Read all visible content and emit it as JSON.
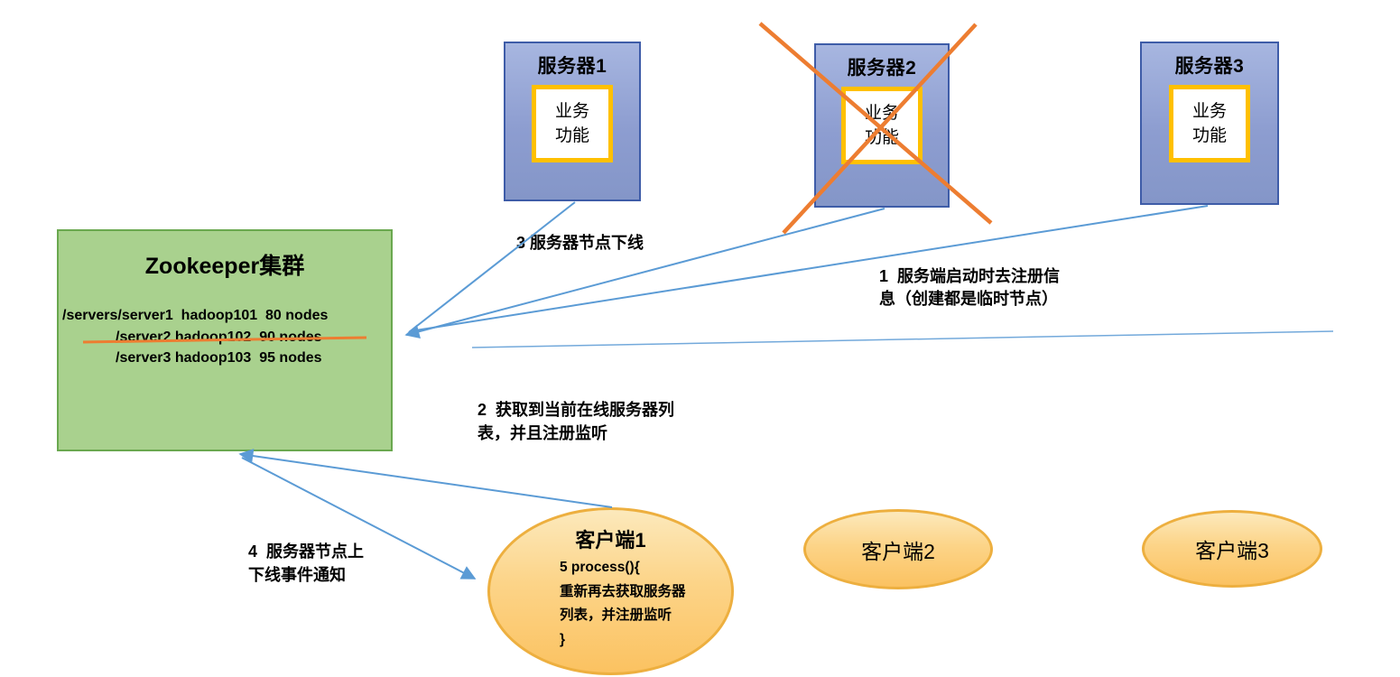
{
  "servers": [
    {
      "title": "服务器1",
      "inner_lines": [
        "业务",
        "功能"
      ],
      "crossed_out": false
    },
    {
      "title": "服务器2",
      "inner_lines": [
        "业务",
        "功能"
      ],
      "crossed_out": true
    },
    {
      "title": "服务器3",
      "inner_lines": [
        "业务",
        "功能"
      ],
      "crossed_out": false
    }
  ],
  "zookeeper": {
    "title": "Zookeeper集群",
    "nodes": [
      {
        "text": "/servers/server1  hadoop101  80 nodes",
        "struck": false
      },
      {
        "text": "/server2 hadoop102  90 nodes",
        "struck": true
      },
      {
        "text": "/server3 hadoop103  95 nodes",
        "struck": false
      }
    ]
  },
  "labels": {
    "step1": {
      "lines": [
        "1  服务端启动时去注册信",
        "息（创建都是临时节点）"
      ]
    },
    "step2": {
      "lines": [
        "2  获取到当前在线服务器列",
        "表，并且注册监听"
      ]
    },
    "step3": {
      "lines": [
        "3 服务器节点下线"
      ]
    },
    "step4": {
      "lines": [
        "4  服务器节点上",
        "下线事件通知"
      ]
    }
  },
  "clients": [
    {
      "title": "客户端1",
      "body_lines": [
        "5 process(){",
        "重新再去获取服务器",
        "列表，并注册监听",
        "}"
      ]
    },
    {
      "title": "客户端2",
      "body_lines": []
    },
    {
      "title": "客户端3",
      "body_lines": []
    }
  ],
  "colors": {
    "connector_blue": "#5b9bd5",
    "cross_orange": "#ed7d31",
    "server_fill": "#8496c8",
    "server_border": "#3e5ca8",
    "inner_gold_border": "#ffc000",
    "zookeeper_fill": "#a9d18e",
    "zookeeper_border": "#6aa84f",
    "client_fill": "#fbc261",
    "client_border": "#edaf3f"
  }
}
